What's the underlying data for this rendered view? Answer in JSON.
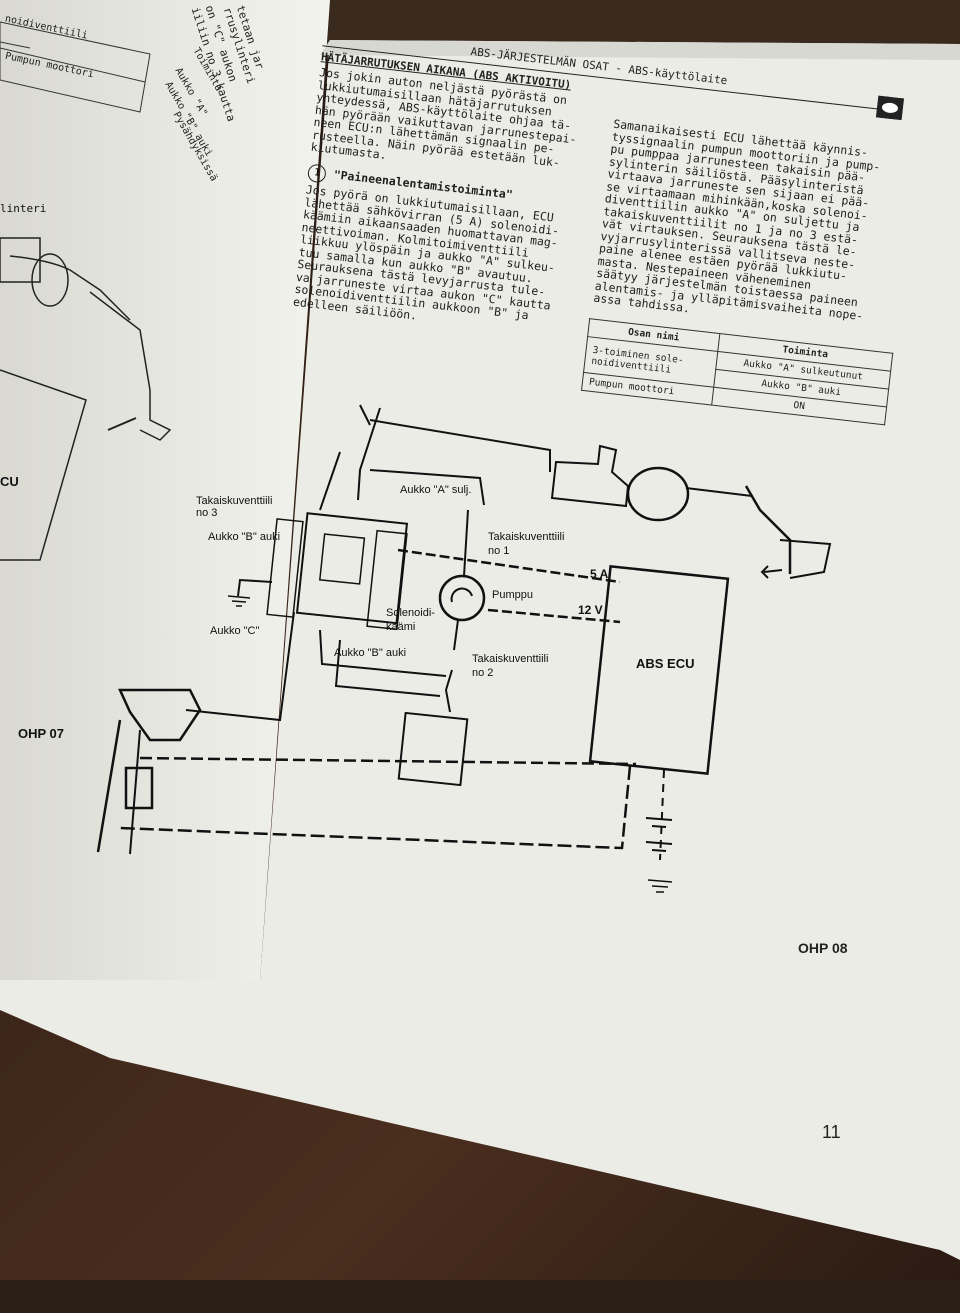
{
  "header": {
    "section": "ABS-JÄRJESTELMÄN OSAT - ABS-käyttölaite",
    "subsection": "HÄTÄJARRUTUKSEN AIKANA (ABS AKTIVOITU)"
  },
  "col1_intro": [
    "Jos jokin auton neljästä pyörästä on",
    "lukkiutumaisillaan hätäjarrutuksen",
    "yhteydessä, ABS-käyttölaite ohjaa tä-",
    "hän pyörään vaikuttavan jarrunestepai-",
    "neen ECU:n lähettämän signaalin pe-",
    "rusteella. Näin pyörää estetään luk-",
    "kiutumasta."
  ],
  "step_number": "1",
  "step_title": "\"Paineenalentamistoiminta\"",
  "col1_body": [
    "Jos pyörä on lukkiutumaisillaan, ECU",
    "lähettää sähkövirran (5 A) solenoidi-",
    "käämiin aikaansaaden huomattavan mag-",
    "neettivoiman. Kolmitoimiventtiili",
    "liikkuu ylöspäin ja aukko \"A\" sulkeu-",
    "tuu samalla kun aukko \"B\" avautuu.",
    "Seurauksena tästä levyjarrusta tule-",
    "va jarruneste virtaa aukon \"C\" kautta",
    "solenoidiventtiilin aukkoon \"B\" ja",
    "edelleen säiliöön."
  ],
  "col2_body": [
    "Samanaikaisesti ECU lähettää käynnis-",
    "tyssignaalin pumpun moottoriin ja pump-",
    "pu pumppaa jarrunesteen takaisin pää-",
    "sylinterin säiliöstä. Pääsylinteristä",
    "virtaava jarruneste sen sijaan ei pää-",
    "se virtaamaan mihinkään,koska solenoi-",
    "diventtiilin aukko \"A\" on suljettu ja",
    "takaiskuventtiilit no 1 ja no 3 estä-",
    "vät virtauksen. Seurauksena tästä le-",
    "vyjarrusylinterissä vallitseva neste-",
    "paine alenee estäen pyörää lukkiutu-",
    "masta. Nestepaineen väheneminen",
    "säätyy järjestelmän toistaessa paineen",
    "alentamis- ja ylläpitämisvaiheita nope-",
    "assa tahdissa."
  ],
  "table": {
    "headers": [
      "Osan nimi",
      "Toiminta"
    ],
    "rows": [
      {
        "part": "3-toiminen sole-noidiventtiili",
        "actions": [
          "Aukko \"A\" sulkeutunut",
          "Aukko \"B\" auki"
        ]
      },
      {
        "part": "Pumpun moottori",
        "actions": [
          "ON"
        ]
      }
    ]
  },
  "diagram": {
    "takaisku3": "Takaiskuventtiili",
    "no3": "no 3",
    "aukko_a": "Aukko \"A\" sulj.",
    "aukko_b_left": "Aukko \"B\" auki",
    "takaisku1": "Takaiskuventtiili",
    "no1": "no 1",
    "amp": "5 A",
    "pumppu": "Pumppu",
    "volt": "12 V",
    "solenoidi1": "Solenoidi-",
    "solenoidi2": "käämi",
    "aukko_c": "Aukko \"C\"",
    "aukko_b_bottom": "Aukko \"B\" auki",
    "takaisku2": "Takaiskuventtiili",
    "no2": "no 2",
    "ecu": "ABS ECU"
  },
  "left_page": {
    "table_rows": [
      "Toiminta",
      "noidiventtiili",
      "Pumpun moottori",
      "Aukko \"A\"",
      "Aukko \"B\" auki",
      "Pysähdyksissä"
    ],
    "fragments": [
      "tetaan jar",
      "rrusylinteri",
      "on \"C\" aukon",
      "iiliin no 3 kautta"
    ],
    "label_sylinteri": "linteri",
    "label_ecu": "CU",
    "ohp07": "OHP 07"
  },
  "ohp08": "OHP 08",
  "page_number": "11"
}
